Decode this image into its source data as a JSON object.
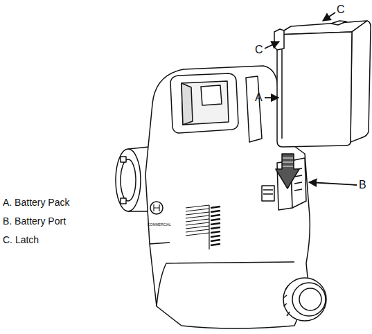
{
  "diagram": {
    "labels": [
      "C",
      "C",
      "A",
      "B",
      "A. Battery Pack",
      "B. Battery Port",
      "C. Latch",
      "COMMERCIAL"
    ]
  }
}
